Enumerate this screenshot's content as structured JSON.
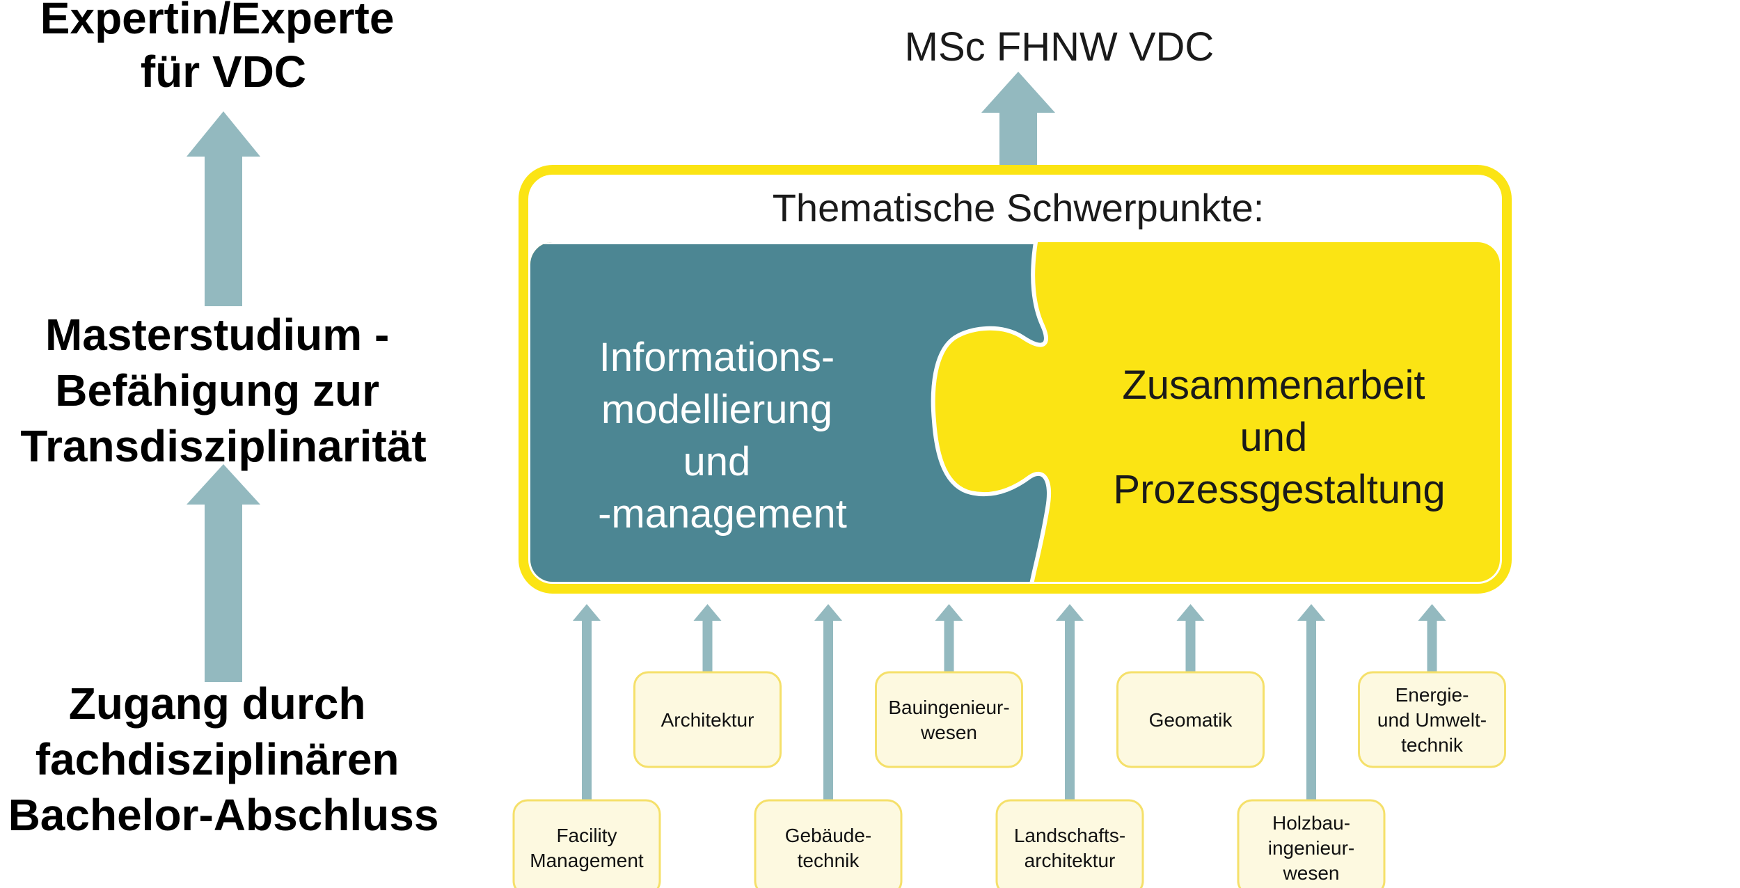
{
  "left_column": {
    "goal": [
      "Expertin/Experte",
      "für VDC"
    ],
    "master": [
      "Masterstudium -",
      "Befähigung zur",
      "Transdisziplinarität"
    ],
    "access": [
      "Zugang durch",
      "fachdisziplinären",
      "Bachelor-Abschluss"
    ]
  },
  "program": {
    "title": "MSc FHNW VDC",
    "header": "Thematische Schwerpunkte:",
    "focus_left": [
      "Informations-",
      "modellierung",
      "und",
      "-management"
    ],
    "focus_right": [
      "Zusammenarbeit",
      "und",
      "Prozessgestaltung"
    ]
  },
  "disciplines": [
    {
      "lines": [
        "Facility",
        "Management"
      ],
      "row": "bottom"
    },
    {
      "lines": [
        "Architektur"
      ],
      "row": "top"
    },
    {
      "lines": [
        "Gebäude-",
        "technik"
      ],
      "row": "bottom"
    },
    {
      "lines": [
        "Bauingenieur-",
        "wesen"
      ],
      "row": "top"
    },
    {
      "lines": [
        "Landschafts-",
        "architektur"
      ],
      "row": "bottom"
    },
    {
      "lines": [
        "Geomatik"
      ],
      "row": "top"
    },
    {
      "lines": [
        "Holzbau-",
        "ingenieur-",
        "wesen"
      ],
      "row": "bottom"
    },
    {
      "lines": [
        "Energie-",
        "und Umwelt-",
        "technik"
      ],
      "row": "top"
    }
  ],
  "colors": {
    "arrow": "#93b9bf",
    "teal": "#4c8693",
    "yellow": "#fbe414",
    "box_fill": "#fdf9e0",
    "box_border": "#f5e06a"
  }
}
